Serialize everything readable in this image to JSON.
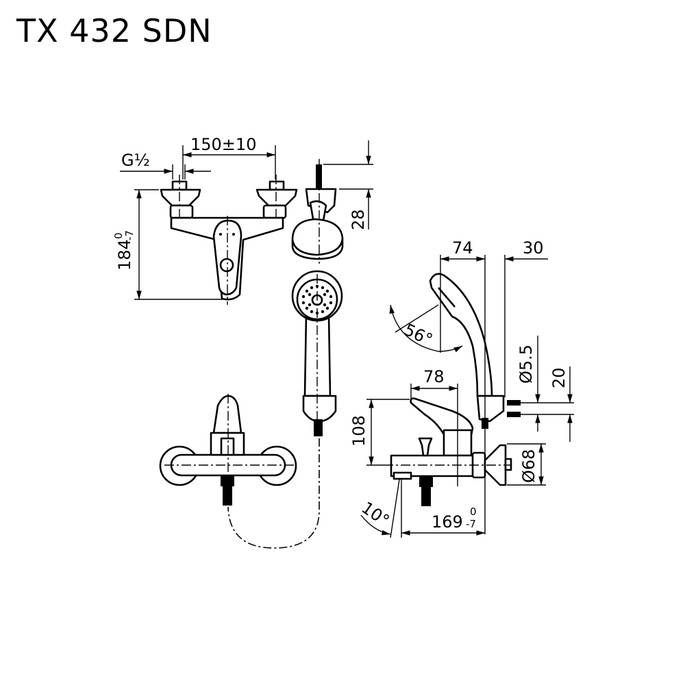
{
  "title": "TX 432 SDN",
  "dimensions": {
    "thread": "G½",
    "center_distance": "150±10",
    "height_main": "184",
    "height_main_tol_upper": "0",
    "height_main_tol_lower": "-7",
    "holder_height": "28",
    "handshower_offset": "74",
    "bracket_depth": "30",
    "tilt_angle": "56°",
    "screw_diameter": "Ø5.5",
    "screw_spacing": "20",
    "lever_length": "78",
    "mixer_height": "108",
    "flange_diameter": "Ø68",
    "spout_angle": "10°",
    "projection": "169",
    "projection_tol_upper": "0",
    "projection_tol_lower": "-7"
  }
}
